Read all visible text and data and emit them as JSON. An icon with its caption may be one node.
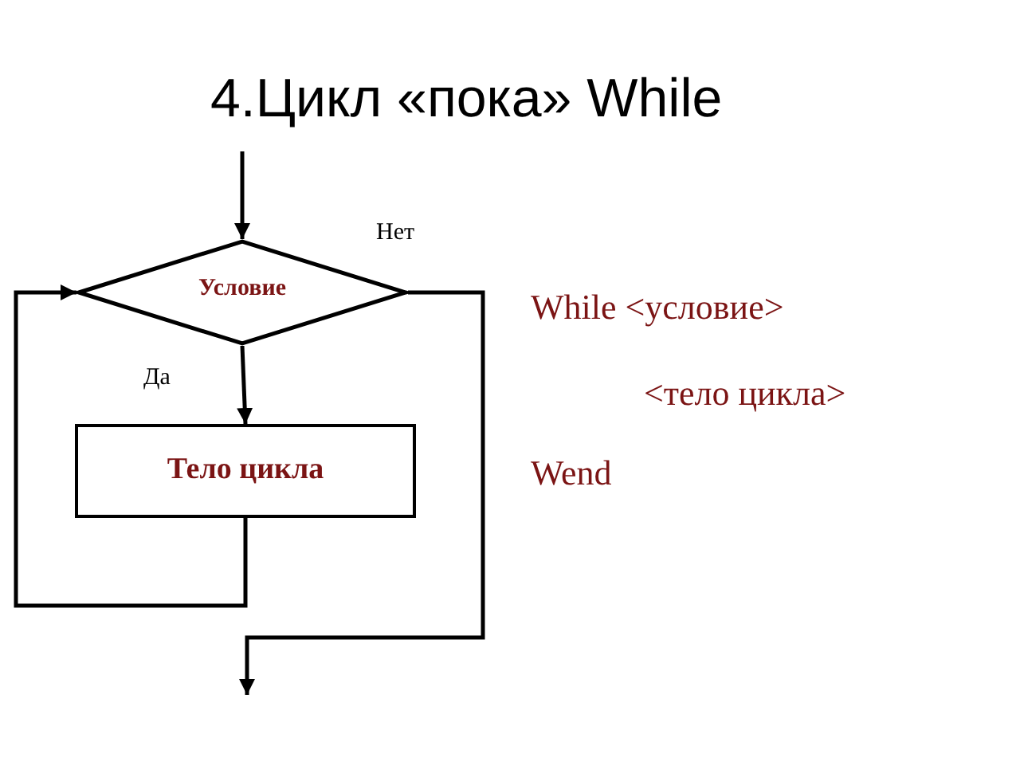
{
  "diagram": {
    "title": "4.Цикл «пока» While",
    "nodes": [
      {
        "text": [
          "Условие"
        ]
      },
      {
        "text": [
          "Тело цикла"
        ]
      }
    ],
    "edges": [
      {
        "from": null,
        "to": 0,
        "arrow": "to"
      },
      {
        "from": 0,
        "to": 1,
        "arrow": "to",
        "label": "Да"
      },
      {
        "from": 1,
        "to": 0,
        "arrow": "to"
      },
      {
        "from": 0,
        "to": null,
        "arrow": "to",
        "label": "Нет"
      }
    ],
    "labels": [
      "While <условие>",
      "<тело цикла>",
      "Wend"
    ]
  }
}
